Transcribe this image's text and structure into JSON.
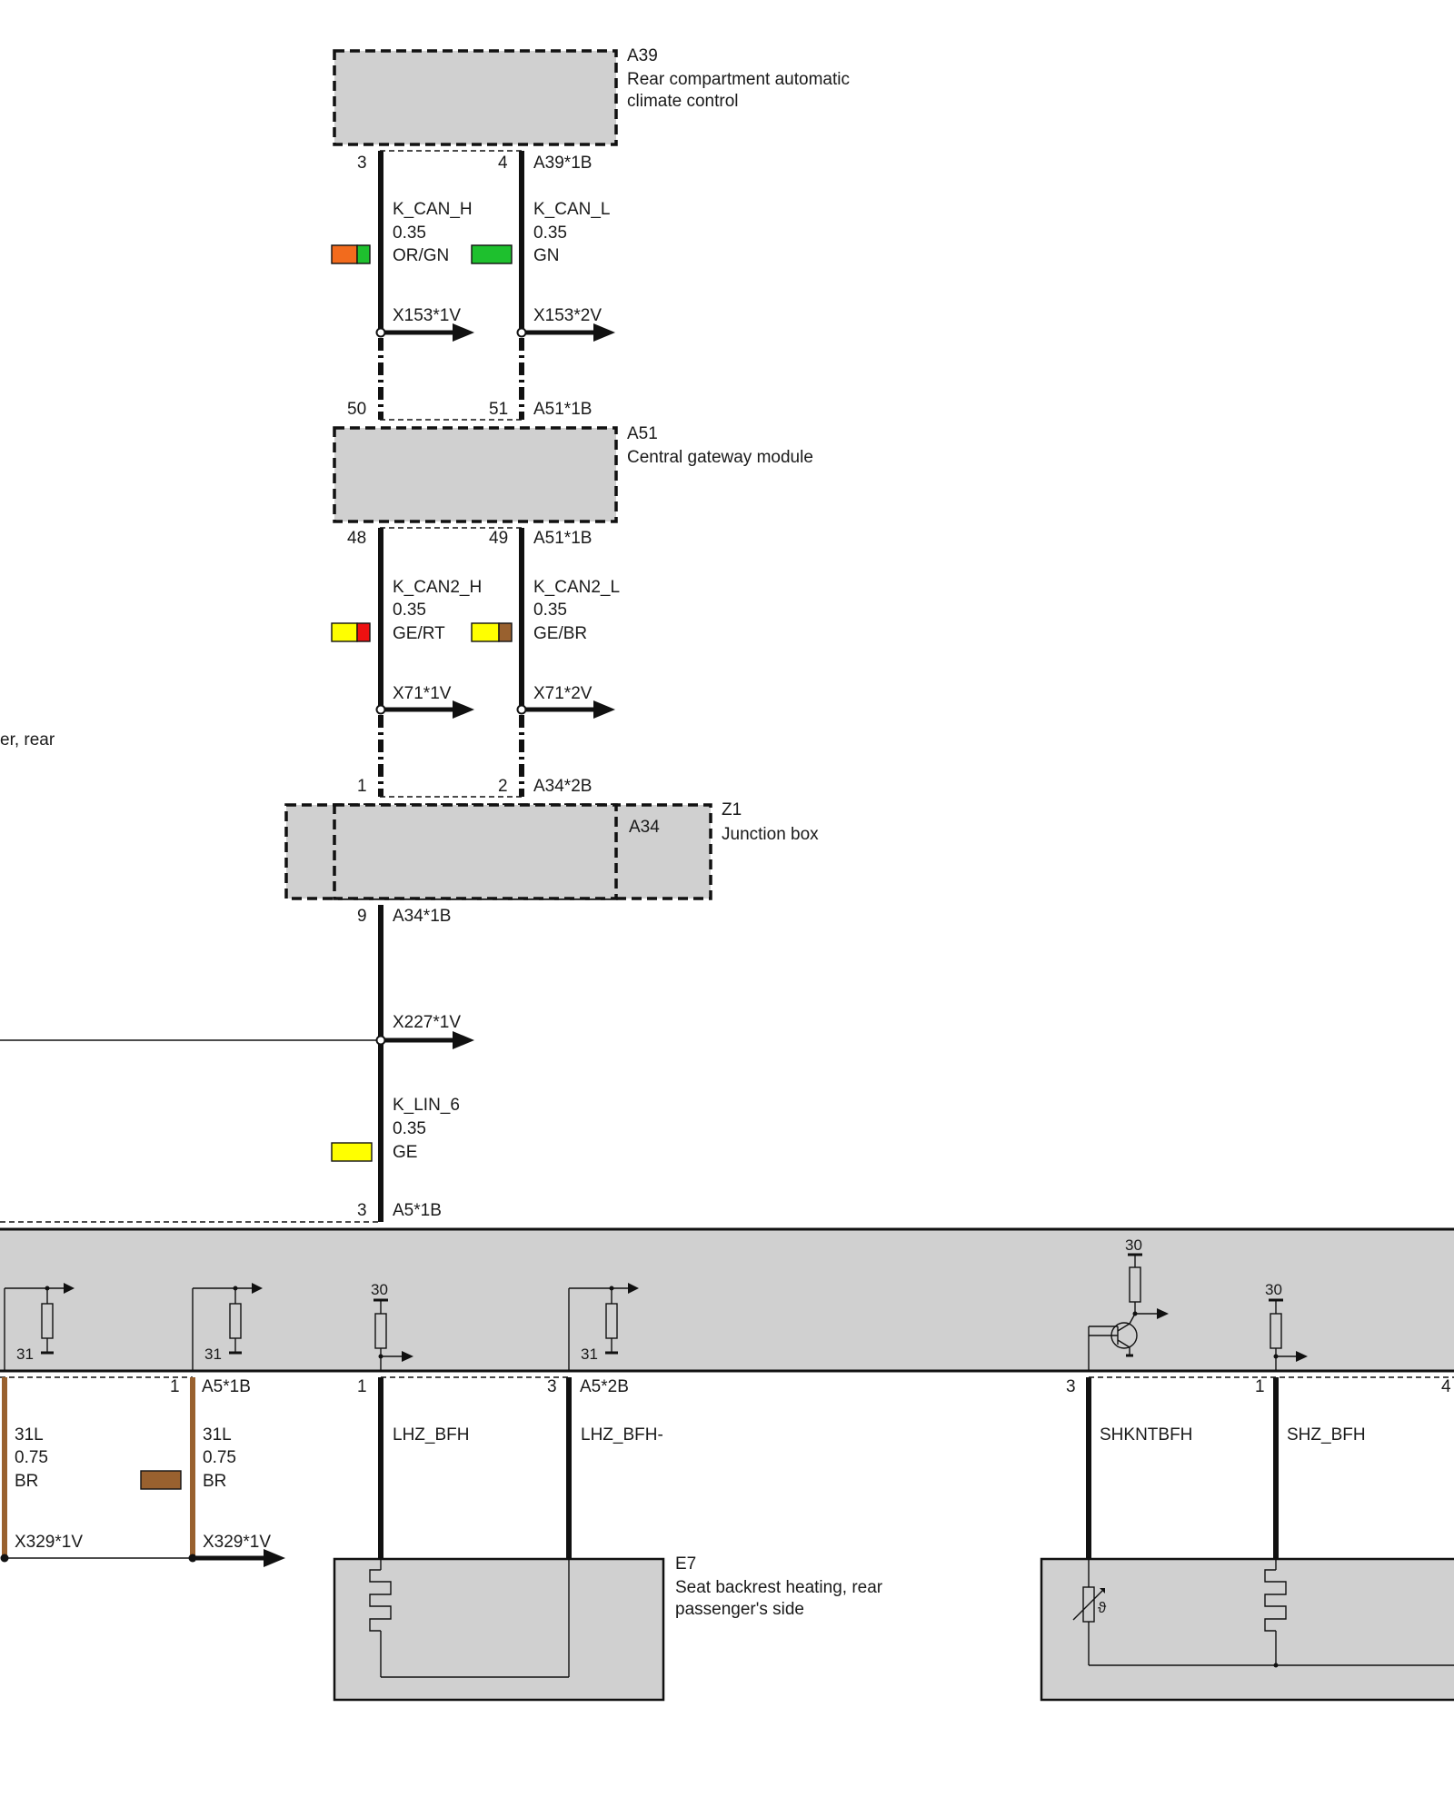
{
  "components": {
    "a39": {
      "id": "A39",
      "name": "Rear compartment automatic climate control",
      "name_line1": "Rear compartment automatic",
      "name_line2": "climate control"
    },
    "a51": {
      "id": "A51",
      "name": "Central gateway module"
    },
    "z1": {
      "id": "Z1",
      "name": "Junction box",
      "inner": "A34"
    },
    "e7": {
      "id": "E7",
      "name_line1": "Seat backrest heating, rear",
      "name_line2": "passenger's side"
    },
    "left_cut_text": "er, rear"
  },
  "pins": {
    "a39_3": "3",
    "a39_4": "4",
    "a39_conn": "A39*1B",
    "a51_50": "50",
    "a51_51": "51",
    "a51_conn_top": "A51*1B",
    "a51_48": "48",
    "a51_49": "49",
    "a51_conn_bottom": "A51*1B",
    "a34_1": "1",
    "a34_2": "2",
    "a34_conn_top": "A34*2B",
    "a34_9": "9",
    "a34_conn_bottom": "A34*1B",
    "a5_3": "3",
    "a5_conn_top": "A5*1B",
    "a5_p1a": "1",
    "a5_conn_1b": "A5*1B",
    "a5_p1b": "1",
    "a5_p3": "3",
    "a5_conn_2b": "A5*2B",
    "a5_p3r": "3",
    "a5_p1r": "1",
    "a5_p4r": "4"
  },
  "wires": {
    "can_h": {
      "signal": "K_CAN_H",
      "size": "0.35",
      "color": "OR/GN",
      "c1": "#f26b1d",
      "c2": "#1ec02e",
      "connector": "X153*1V"
    },
    "can_l": {
      "signal": "K_CAN_L",
      "size": "0.35",
      "color": "GN",
      "c1": "#1ec02e",
      "connector": "X153*2V"
    },
    "can2_h": {
      "signal": "K_CAN2_H",
      "size": "0.35",
      "color": "GE/RT",
      "c1": "#ffff00",
      "c2": "#ee1111",
      "connector": "X71*1V"
    },
    "can2_l": {
      "signal": "K_CAN2_L",
      "size": "0.35",
      "color": "GE/BR",
      "c1": "#ffff00",
      "c2": "#99612f",
      "connector": "X71*2V"
    },
    "lin6": {
      "signal": "K_LIN_6",
      "size": "0.35",
      "color": "GE",
      "c1": "#ffff00",
      "connector": "X227*1V"
    },
    "gnd_a": {
      "signal": "31L",
      "size": "0.75",
      "color": "BR",
      "c1": "#99612f",
      "connector": "X329*1V"
    },
    "gnd_b": {
      "signal": "31L",
      "size": "0.75",
      "color": "BR",
      "c1": "#99612f",
      "connector": "X329*1V"
    },
    "lhz": {
      "signal": "LHZ_BFH"
    },
    "lhz_minus": {
      "signal": "LHZ_BFH-"
    },
    "shkntbfh": {
      "signal": "SHKNTBFH"
    },
    "shz": {
      "signal": "SHZ_BFH"
    }
  },
  "internal": {
    "t31": "31",
    "t30": "30"
  },
  "symbols": {
    "temp": "ϑ"
  }
}
